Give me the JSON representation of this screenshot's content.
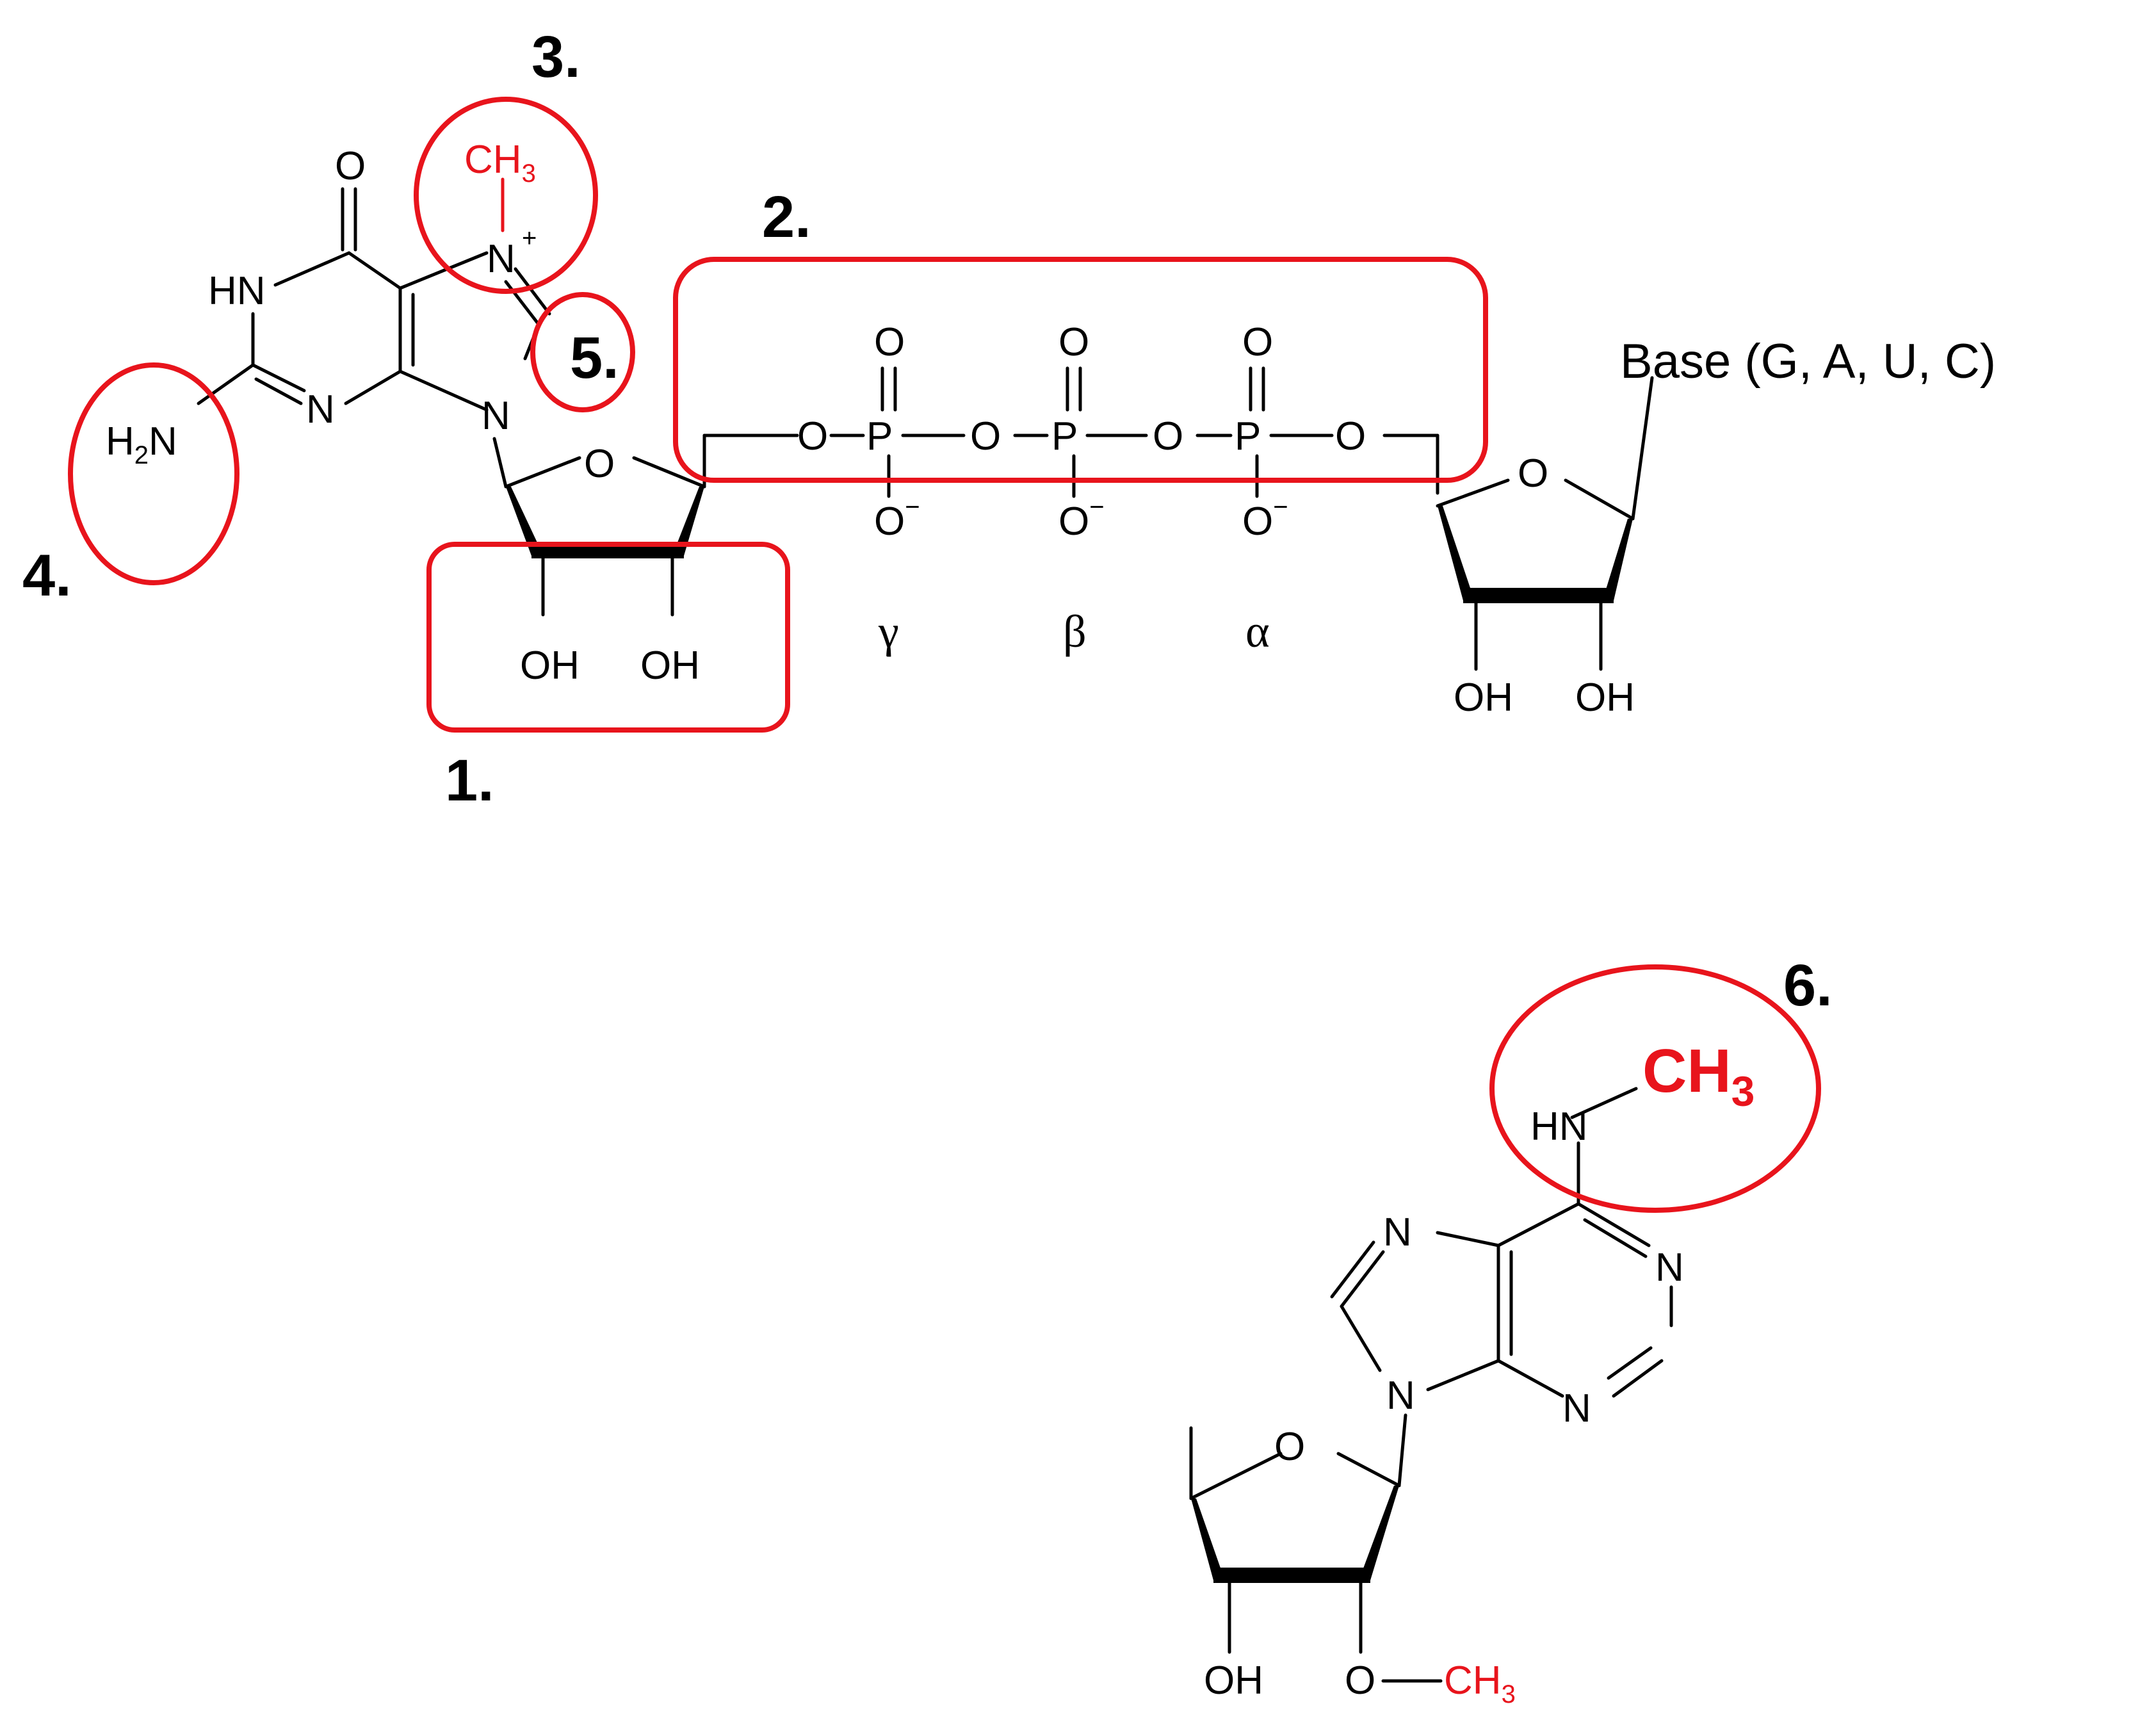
{
  "atoms": {
    "O": "O",
    "N": "N",
    "HN": "HN",
    "H": "H",
    "P": "P",
    "OH": "OH",
    "CH": "CH",
    "sub2": "2",
    "sub3": "3",
    "plus": "+",
    "minus": "−"
  },
  "greek": {
    "gamma": "γ",
    "beta": "β",
    "alpha": "α"
  },
  "base_label": "Base (G, A, U, C)",
  "markers": {
    "one": "1.",
    "two": "2.",
    "three": "3.",
    "four": "4.",
    "five": "5.",
    "six": "6."
  },
  "colors": {
    "highlight": "#e8141c",
    "bonds": "#000000"
  }
}
